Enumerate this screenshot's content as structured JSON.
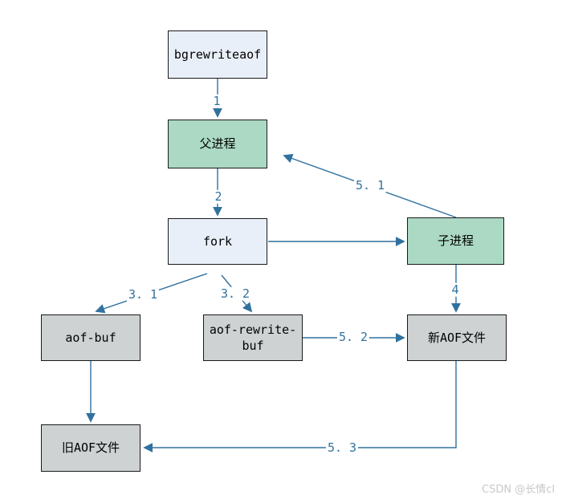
{
  "nodes": [
    {
      "id": "bgrewriteaof",
      "label": "bgrewriteaof",
      "kind": "command"
    },
    {
      "id": "parent-process",
      "label": "父进程",
      "kind": "process"
    },
    {
      "id": "fork",
      "label": "fork",
      "kind": "command"
    },
    {
      "id": "child-process",
      "label": "子进程",
      "kind": "process"
    },
    {
      "id": "aof-buf",
      "label": "aof-buf",
      "kind": "buffer"
    },
    {
      "id": "aof-rewrite-buf",
      "label": "aof-rewrite-buf",
      "kind": "buffer"
    },
    {
      "id": "new-aof-file",
      "label": "新AOF文件",
      "kind": "file"
    },
    {
      "id": "old-aof-file",
      "label": "旧AOF文件",
      "kind": "file"
    }
  ],
  "edges": [
    {
      "from": "bgrewriteaof",
      "to": "parent-process",
      "label": "1"
    },
    {
      "from": "parent-process",
      "to": "fork",
      "label": "2"
    },
    {
      "from": "fork",
      "to": "child-process",
      "label": ""
    },
    {
      "from": "fork",
      "to": "aof-buf",
      "label": "3. 1"
    },
    {
      "from": "fork",
      "to": "aof-rewrite-buf",
      "label": "3. 2"
    },
    {
      "from": "child-process",
      "to": "parent-process",
      "label": "5. 1"
    },
    {
      "from": "child-process",
      "to": "new-aof-file",
      "label": "4"
    },
    {
      "from": "aof-rewrite-buf",
      "to": "new-aof-file",
      "label": "5. 2"
    },
    {
      "from": "aof-buf",
      "to": "old-aof-file",
      "label": ""
    },
    {
      "from": "new-aof-file",
      "to": "old-aof-file",
      "label": "5. 3"
    }
  ],
  "watermark": "CSDN @长情cl",
  "colors": {
    "arrow": "#31719e",
    "box_border": "#1a1a1a",
    "fill_blue": "#e9eff8",
    "fill_green": "#abd9c4",
    "fill_gray": "#ced2d3",
    "watermark": "#c9c9c9",
    "background": "#ffffff"
  }
}
